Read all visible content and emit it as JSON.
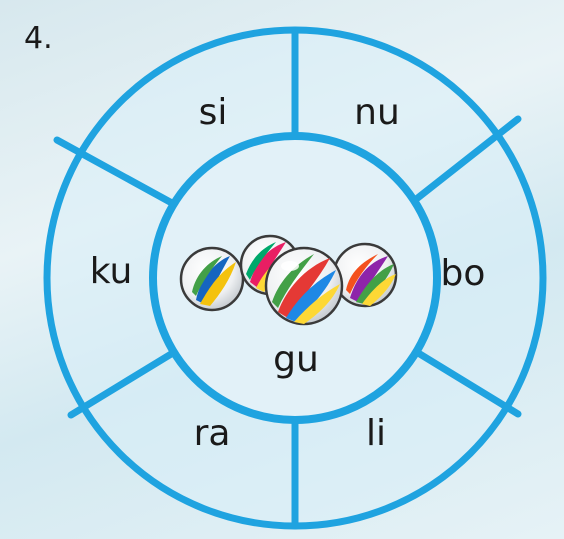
{
  "exercise": {
    "number": "4.",
    "syllables": [
      "si",
      "nu",
      "bo",
      "li",
      "ra",
      "ku"
    ],
    "center_syllable": "gu",
    "center_picture": "marbles",
    "ring_color": "#1fa3e0"
  }
}
